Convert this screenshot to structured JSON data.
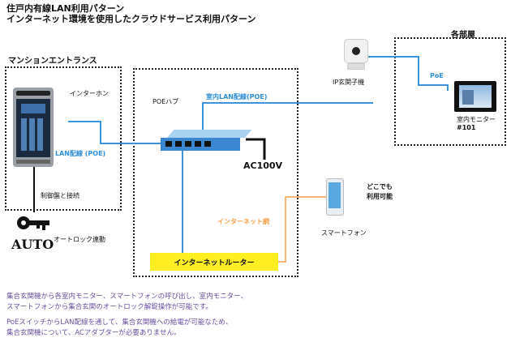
{
  "title": {
    "line1": "住戸内有線LAN利用パターン",
    "line2": "インターネット環境を使用したクラウドサービス利用パターン"
  },
  "sections": {
    "entrance": "マンションエントランス",
    "rooms": "各部屋"
  },
  "labels": {
    "intercom": "インターホン",
    "lan_poe_left": "LAN配線 (POE)",
    "control": "制御盤と接続",
    "autolock": "オートロック連動",
    "auto": "AUTO",
    "poe_hub": "POEハブ",
    "lan_poe_room": "室内LAN配線(POE)",
    "ac100v": "AC100V",
    "internet_net": "インターネット網",
    "router": "インターネットルーター",
    "ip_camera": "IP玄関子機",
    "poe": "PoE",
    "monitor_line1": "室内モニター",
    "monitor_line2": "#101",
    "anywhere_line1": "どこでも",
    "anywhere_line2": "利用可能",
    "smartphone": "スマートフォン"
  },
  "footer": {
    "p1_line1": "集合玄関機から各室内モニター、スマートフォンの呼び出し、室内モニター、",
    "p1_line2": "スマートフォンから集合玄関のオートロック解錠操作が可能です。",
    "p2_line1": "PoEスイッチからLAN配線を通して、集合玄関機への給電が可能なため、",
    "p2_line2": "集合玄関機について、ACアダプターが必要ありません。"
  },
  "colors": {
    "lan_blue": "#3d93dc",
    "internet_orange": "#f2a04a",
    "router_yellow": "#ffee22",
    "footer_purple": "#6b4fa0"
  }
}
